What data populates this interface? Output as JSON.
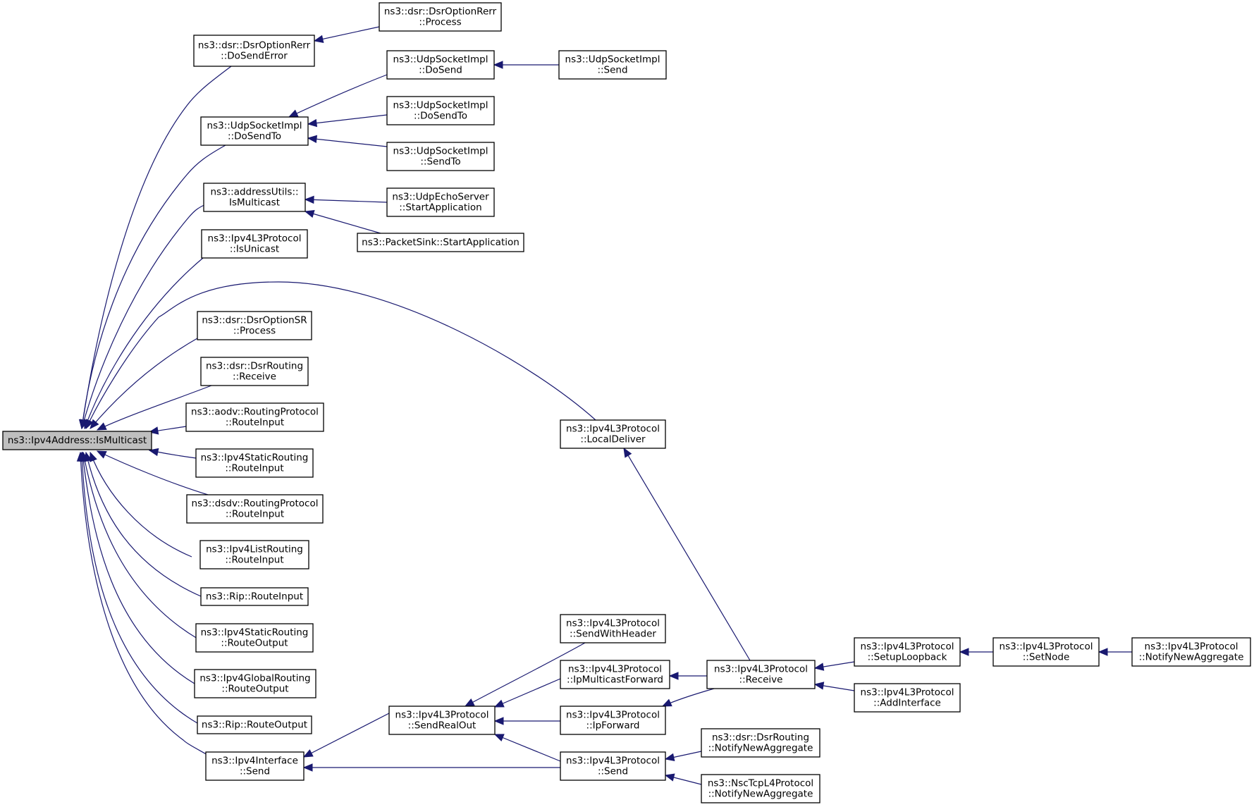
{
  "diagram": {
    "type": "doxygen-caller-graph",
    "colors": {
      "edge": "#191970",
      "root_fill": "#bfbfbf",
      "node_fill": "#ffffff",
      "node_border": "#000000"
    },
    "nodes": [
      {
        "id": "root",
        "lines": [
          "ns3::Ipv4Address::IsMulticast"
        ],
        "highlighted": true
      },
      {
        "id": "dsrerr_dosenderror",
        "lines": [
          "ns3::dsr::DsrOptionRerr",
          "::DoSendError"
        ]
      },
      {
        "id": "dsrerr_process",
        "lines": [
          "ns3::dsr::DsrOptionRerr",
          "::Process"
        ]
      },
      {
        "id": "udp_dosendto",
        "lines": [
          "ns3::UdpSocketImpl",
          "::DoSendTo"
        ]
      },
      {
        "id": "udp_dosend",
        "lines": [
          "ns3::UdpSocketImpl",
          "::DoSend"
        ]
      },
      {
        "id": "udp_send",
        "lines": [
          "ns3::UdpSocketImpl",
          "::Send"
        ]
      },
      {
        "id": "udp_dosendto2",
        "lines": [
          "ns3::UdpSocketImpl",
          "::DoSendTo"
        ]
      },
      {
        "id": "udp_sendto",
        "lines": [
          "ns3::UdpSocketImpl",
          "::SendTo"
        ]
      },
      {
        "id": "addrutils_ismulticast",
        "lines": [
          "ns3::addressUtils::",
          "IsMulticast"
        ]
      },
      {
        "id": "udpecho_start",
        "lines": [
          "ns3::UdpEchoServer",
          "::StartApplication"
        ]
      },
      {
        "id": "packetsink_start",
        "lines": [
          "ns3::PacketSink::StartApplication"
        ]
      },
      {
        "id": "ipv4l3_isunicast",
        "lines": [
          "ns3::Ipv4L3Protocol",
          "::IsUnicast"
        ]
      },
      {
        "id": "dsrsr_process",
        "lines": [
          "ns3::dsr::DsrOptionSR",
          "::Process"
        ]
      },
      {
        "id": "dsrrouting_receive",
        "lines": [
          "ns3::dsr::DsrRouting",
          "::Receive"
        ]
      },
      {
        "id": "aodv_routeinput",
        "lines": [
          "ns3::aodv::RoutingProtocol",
          "::RouteInput"
        ]
      },
      {
        "id": "static_routeinput",
        "lines": [
          "ns3::Ipv4StaticRouting",
          "::RouteInput"
        ]
      },
      {
        "id": "dsdv_routeinput",
        "lines": [
          "ns3::dsdv::RoutingProtocol",
          "::RouteInput"
        ]
      },
      {
        "id": "list_routeinput",
        "lines": [
          "ns3::Ipv4ListRouting",
          "::RouteInput"
        ]
      },
      {
        "id": "rip_routeinput",
        "lines": [
          "ns3::Rip::RouteInput"
        ]
      },
      {
        "id": "static_routeoutput",
        "lines": [
          "ns3::Ipv4StaticRouting",
          "::RouteOutput"
        ]
      },
      {
        "id": "global_routeoutput",
        "lines": [
          "ns3::Ipv4GlobalRouting",
          "::RouteOutput"
        ]
      },
      {
        "id": "rip_routeoutput",
        "lines": [
          "ns3::Rip::RouteOutput"
        ]
      },
      {
        "id": "ipv4iface_send",
        "lines": [
          "ns3::Ipv4Interface",
          "::Send"
        ]
      },
      {
        "id": "l3_localdeliver",
        "lines": [
          "ns3::Ipv4L3Protocol",
          "::LocalDeliver"
        ]
      },
      {
        "id": "l3_sendrealout",
        "lines": [
          "ns3::Ipv4L3Protocol",
          "::SendRealOut"
        ]
      },
      {
        "id": "l3_sendwithheader",
        "lines": [
          "ns3::Ipv4L3Protocol",
          "::SendWithHeader"
        ]
      },
      {
        "id": "l3_ipmulticastforward",
        "lines": [
          "ns3::Ipv4L3Protocol",
          "::IpMulticastForward"
        ]
      },
      {
        "id": "l3_ipforward",
        "lines": [
          "ns3::Ipv4L3Protocol",
          "::IpForward"
        ]
      },
      {
        "id": "l3_send",
        "lines": [
          "ns3::Ipv4L3Protocol",
          "::Send"
        ]
      },
      {
        "id": "l3_receive",
        "lines": [
          "ns3::Ipv4L3Protocol",
          "::Receive"
        ]
      },
      {
        "id": "dsrrouting_notify",
        "lines": [
          "ns3::dsr::DsrRouting",
          "::NotifyNewAggregate"
        ]
      },
      {
        "id": "nsctcp_notify",
        "lines": [
          "ns3::NscTcpL4Protocol",
          "::NotifyNewAggregate"
        ]
      },
      {
        "id": "l3_setuploopback",
        "lines": [
          "ns3::Ipv4L3Protocol",
          "::SetupLoopback"
        ]
      },
      {
        "id": "l3_addinterface",
        "lines": [
          "ns3::Ipv4L3Protocol",
          "::AddInterface"
        ]
      },
      {
        "id": "l3_setnode",
        "lines": [
          "ns3::Ipv4L3Protocol",
          "::SetNode"
        ]
      },
      {
        "id": "l3_notifynewaggregate",
        "lines": [
          "ns3::Ipv4L3Protocol",
          "::NotifyNewAggregate"
        ]
      }
    ],
    "edges": [
      {
        "from": "dsrerr_dosenderror",
        "to": "root"
      },
      {
        "from": "udp_dosendto",
        "to": "root"
      },
      {
        "from": "addrutils_ismulticast",
        "to": "root"
      },
      {
        "from": "ipv4l3_isunicast",
        "to": "root"
      },
      {
        "from": "l3_localdeliver",
        "to": "root"
      },
      {
        "from": "dsrsr_process",
        "to": "root"
      },
      {
        "from": "dsrrouting_receive",
        "to": "root"
      },
      {
        "from": "aodv_routeinput",
        "to": "root"
      },
      {
        "from": "static_routeinput",
        "to": "root"
      },
      {
        "from": "dsdv_routeinput",
        "to": "root"
      },
      {
        "from": "list_routeinput",
        "to": "root"
      },
      {
        "from": "rip_routeinput",
        "to": "root"
      },
      {
        "from": "static_routeoutput",
        "to": "root"
      },
      {
        "from": "global_routeoutput",
        "to": "root"
      },
      {
        "from": "rip_routeoutput",
        "to": "root"
      },
      {
        "from": "ipv4iface_send",
        "to": "root"
      },
      {
        "from": "dsrerr_process",
        "to": "dsrerr_dosenderror"
      },
      {
        "from": "udp_dosend",
        "to": "udp_dosendto"
      },
      {
        "from": "udp_dosendto2",
        "to": "udp_dosendto"
      },
      {
        "from": "udp_sendto",
        "to": "udp_dosendto"
      },
      {
        "from": "udp_send",
        "to": "udp_dosend"
      },
      {
        "from": "udpecho_start",
        "to": "addrutils_ismulticast"
      },
      {
        "from": "packetsink_start",
        "to": "addrutils_ismulticast"
      },
      {
        "from": "l3_receive",
        "to": "l3_localdeliver"
      },
      {
        "from": "l3_sendrealout",
        "to": "ipv4iface_send"
      },
      {
        "from": "l3_send",
        "to": "ipv4iface_send"
      },
      {
        "from": "l3_sendwithheader",
        "to": "l3_sendrealout"
      },
      {
        "from": "l3_ipmulticastforward",
        "to": "l3_sendrealout"
      },
      {
        "from": "l3_ipforward",
        "to": "l3_sendrealout"
      },
      {
        "from": "l3_send",
        "to": "l3_sendrealout"
      },
      {
        "from": "l3_receive",
        "to": "l3_ipmulticastforward"
      },
      {
        "from": "l3_receive",
        "to": "l3_ipforward"
      },
      {
        "from": "dsrrouting_notify",
        "to": "l3_send"
      },
      {
        "from": "nsctcp_notify",
        "to": "l3_send"
      },
      {
        "from": "l3_setuploopback",
        "to": "l3_receive"
      },
      {
        "from": "l3_addinterface",
        "to": "l3_receive"
      },
      {
        "from": "l3_setnode",
        "to": "l3_setuploopback"
      },
      {
        "from": "l3_notifynewaggregate",
        "to": "l3_setnode"
      }
    ]
  }
}
